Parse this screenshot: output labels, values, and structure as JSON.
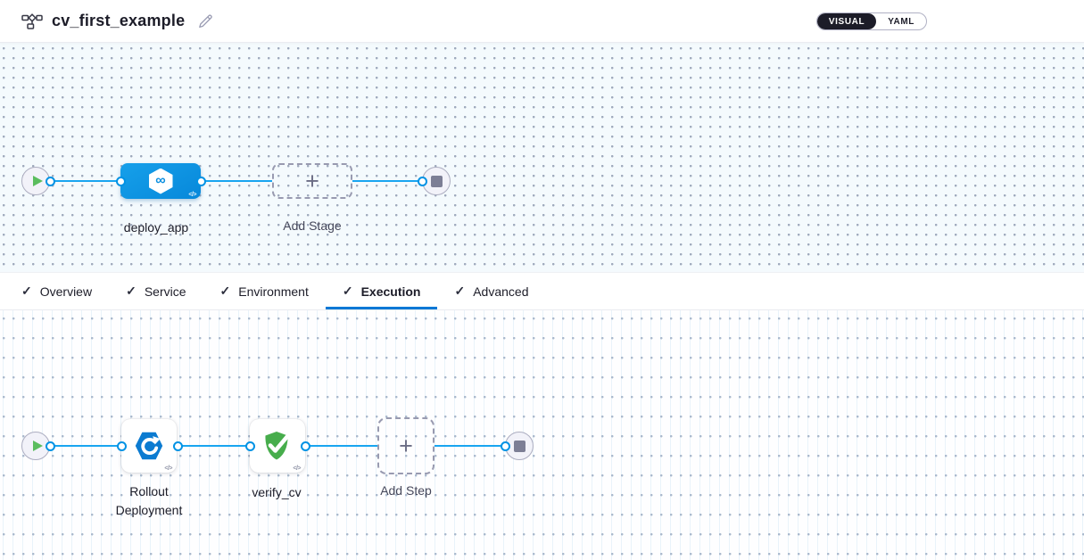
{
  "header": {
    "title": "cv_first_example",
    "view_toggle": {
      "visual_label": "VISUAL",
      "yaml_label": "YAML",
      "selected": "VISUAL"
    }
  },
  "glyphs": {
    "check": "✓",
    "plus": "+",
    "code": "</>",
    "infinity": "∞"
  },
  "colors": {
    "accent_blue": "#0092e4",
    "connector_blue": "#19a5f0",
    "stage_blue": "#0b92e2",
    "rollout_blue": "#0b7bd1",
    "success_green": "#47ad4c",
    "play_green": "#5bbd5e",
    "tab_underline": "#0278d5",
    "dark_text": "#1c1c28",
    "canvas_top_bg": "#f4fafd",
    "canvas_bottom_bg": "#fefeff"
  },
  "stage_pipeline": {
    "start_node": "play",
    "end_node": "stop",
    "stages": [
      {
        "name": "deploy_app",
        "type": "cd-stage"
      }
    ],
    "add_stage_label": "Add Stage"
  },
  "tabs": {
    "items": [
      {
        "label": "Overview",
        "checked": true,
        "active": false
      },
      {
        "label": "Service",
        "checked": true,
        "active": false
      },
      {
        "label": "Environment",
        "checked": true,
        "active": false
      },
      {
        "label": "Execution",
        "checked": true,
        "active": true
      },
      {
        "label": "Advanced",
        "checked": true,
        "active": false
      }
    ]
  },
  "execution_pipeline": {
    "start_node": "play",
    "end_node": "stop",
    "steps": [
      {
        "name": "Rollout Deployment",
        "type": "k8s-rollout"
      },
      {
        "name": "verify_cv",
        "type": "verify"
      }
    ],
    "add_step_label": "Add Step"
  }
}
